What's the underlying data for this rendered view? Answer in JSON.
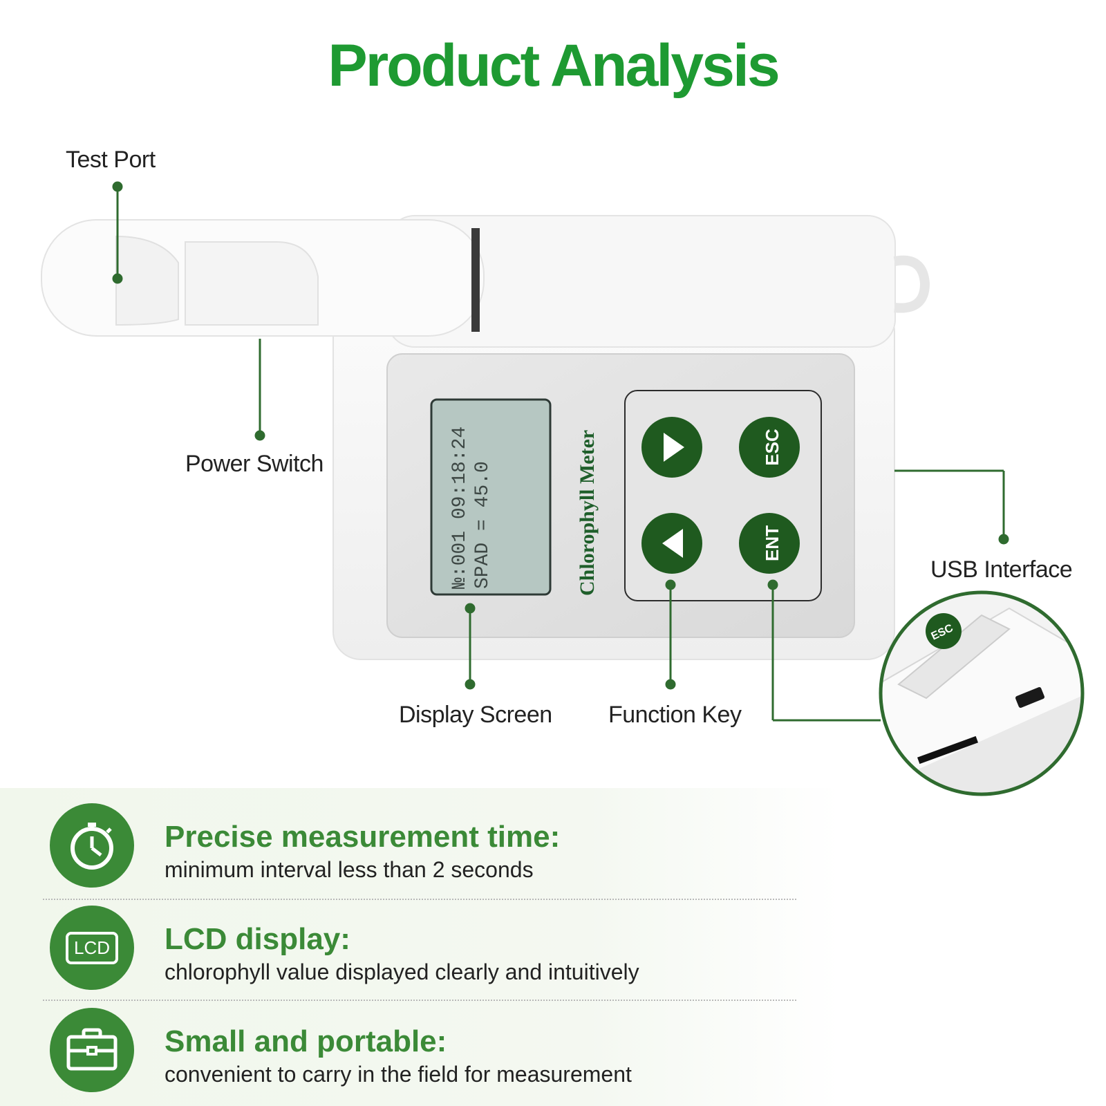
{
  "title": "Product Analysis",
  "device": {
    "brand_label": "Chlorophyll Meter",
    "screen_line1": "№:001 09:18:24",
    "screen_line2": "SPAD = 45.0",
    "keys": {
      "esc": "ESC",
      "ent": "ENT",
      "next_icon": "play-right-icon",
      "prev_icon": "play-left-icon"
    },
    "inset_esc": "ESC"
  },
  "callouts": {
    "test_port": "Test Port",
    "power_switch": "Power Switch",
    "usb_interface": "USB Interface",
    "display_screen": "Display Screen",
    "function_key": "Function Key"
  },
  "features": [
    {
      "icon": "stopwatch-icon",
      "title": "Precise measurement time:",
      "description": "minimum interval less than 2 seconds"
    },
    {
      "icon": "lcd-icon",
      "icon_text": "LCD",
      "title": "LCD display:",
      "description": "chlorophyll value displayed clearly and intuitively"
    },
    {
      "icon": "briefcase-icon",
      "title": "Small and portable:",
      "description": "convenient to carry in the field for measurement"
    }
  ],
  "colors": {
    "title_green": "#1e9a32",
    "accent_green": "#3b8a37",
    "dark_green": "#1f5a1f",
    "lcd_screen": "#b6c7c2"
  }
}
